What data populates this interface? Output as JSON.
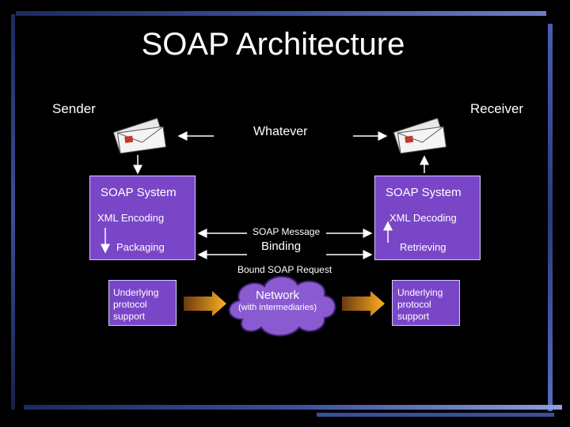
{
  "slide": {
    "title": "SOAP Architecture",
    "sender_label": "Sender",
    "receiver_label": "Receiver",
    "whatever_label": "Whatever",
    "soap_message_label": "SOAP Message",
    "binding_label": "Binding",
    "bound_request_label": "Bound SOAP Request"
  },
  "sender_box": {
    "title": "SOAP System",
    "encoding": "XML Encoding",
    "packaging": "Packaging"
  },
  "receiver_box": {
    "title": "SOAP System",
    "decoding": "XML Decoding",
    "retrieving": "Retrieving"
  },
  "protocol": {
    "left": "Underlying protocol support",
    "right": "Underlying protocol support"
  },
  "network": {
    "label": "Network",
    "sub": "(with intermediaries)"
  },
  "colors": {
    "box": "#7a46c8",
    "arrow_orange": "#f0a020",
    "cloud": "#8a5ad0"
  },
  "icons": {
    "sender": "mail-envelope-icon",
    "receiver": "mail-envelope-icon"
  }
}
